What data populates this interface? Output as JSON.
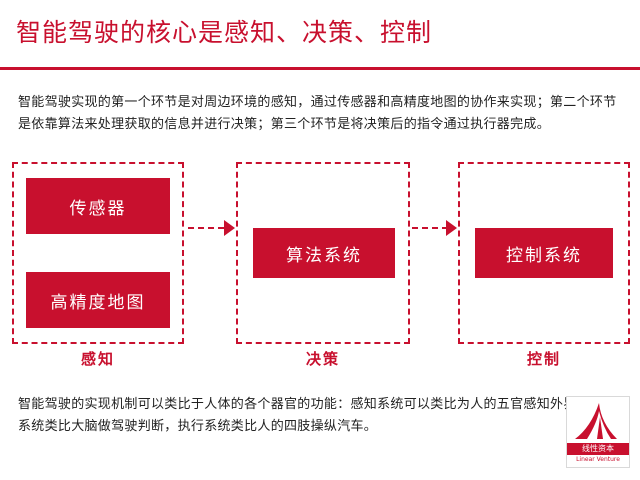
{
  "title": "智能驾驶的核心是感知、决策、控制",
  "intro": "智能驾驶实现的第一个环节是对周边环境的感知，通过传感器和高精度地图的协作来实现；第二个环节是依靠算法来处理获取的信息并进行决策；第三个环节是将决策后的指令通过执行器完成。",
  "diagram": {
    "stages": [
      {
        "label": "感知",
        "boxes": [
          "传感器",
          "高精度地图"
        ]
      },
      {
        "label": "决策",
        "boxes": [
          "算法系统"
        ]
      },
      {
        "label": "控制",
        "boxes": [
          "控制系统"
        ]
      }
    ]
  },
  "summary": "智能驾驶的实现机制可以类比于人体的各个器官的功能：感知系统可以类比为人的五官感知外界，算法系统类比大脑做驾驶判断，执行系统类比人的四肢操纵汽车。",
  "logo": {
    "name_cn": "线性资本",
    "name_en": "Linear Venture"
  },
  "colors": {
    "accent": "#c8102e"
  }
}
